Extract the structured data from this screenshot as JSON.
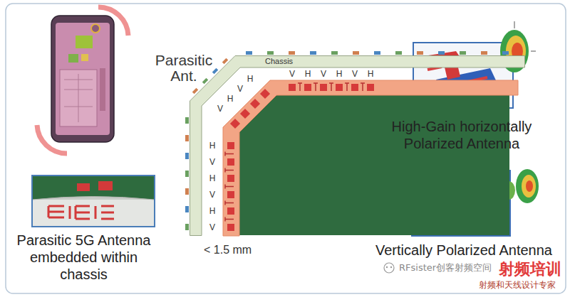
{
  "diagram": {
    "nodes": [
      {
        "text": [
          "Chassis"
        ]
      }
    ],
    "labels": [
      "Parasitic Ant.",
      "V",
      "H",
      "V",
      "H",
      "V",
      "H",
      "V",
      "H",
      "V",
      "H",
      "H",
      "V",
      "H",
      "V",
      "H",
      "V",
      "< 1.5 mm",
      "Parasitic 5G Antenna embedded within chassis",
      "High-Gain horizontally Polarized Antenna",
      "Vertically Polarized Antenna",
      "RFsister创客射频空间",
      "射频培训",
      "射频和天线设计专家"
    ]
  }
}
